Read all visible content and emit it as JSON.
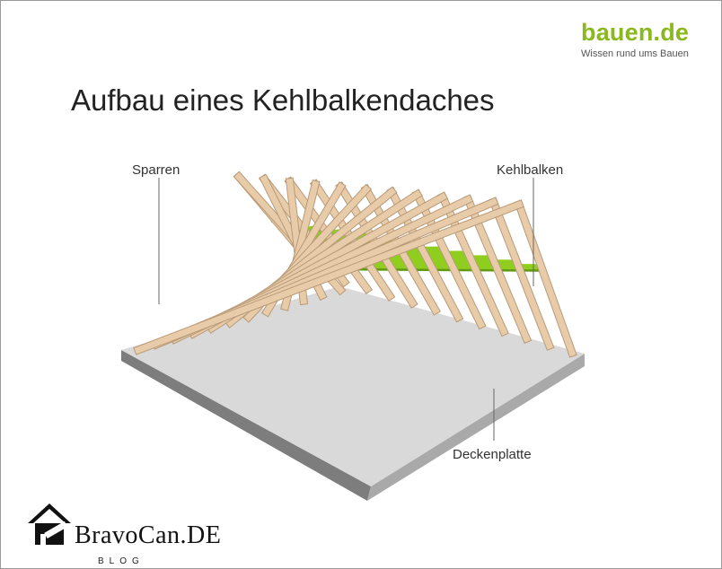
{
  "brand": {
    "name": "bauen.de",
    "tagline": "Wissen rund ums Bauen",
    "color": "#8ab81e"
  },
  "title": "Aufbau eines Kehlbalkendaches",
  "labels": {
    "sparren": "Sparren",
    "kehlbalken": "Kehlbalken",
    "deckenplatte": "Deckenplatte"
  },
  "colors": {
    "rafter": "#e8cba8",
    "rafter_edge": "#b99a78",
    "collar_beam": "#8fce1f",
    "slab_top": "#d9d9d9",
    "slab_edge": "#7d7d7d"
  },
  "diagram": {
    "rafter_pairs": 12,
    "collar_beams": 12
  },
  "watermark": {
    "name": "BravoCan.DE",
    "sub": "BLOG",
    "icon": "house-hammer-icon"
  }
}
